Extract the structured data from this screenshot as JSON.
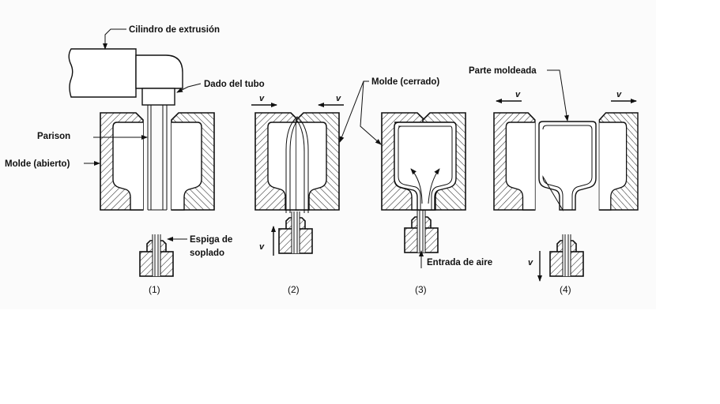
{
  "labels": {
    "extruder": "Cilindro de extrusión",
    "die": "Dado del tubo",
    "parison": "Parison",
    "mold_open": "Molde (abierto)",
    "blow_pin_line1": "Espiga de",
    "blow_pin_line2": "soplado",
    "mold_closed": "Molde (cerrado)",
    "air_inlet": "Entrada de aire",
    "molded_part": "Parte moldeada",
    "velocity": "v"
  },
  "stages": [
    "(1)",
    "(2)",
    "(3)",
    "(4)"
  ]
}
